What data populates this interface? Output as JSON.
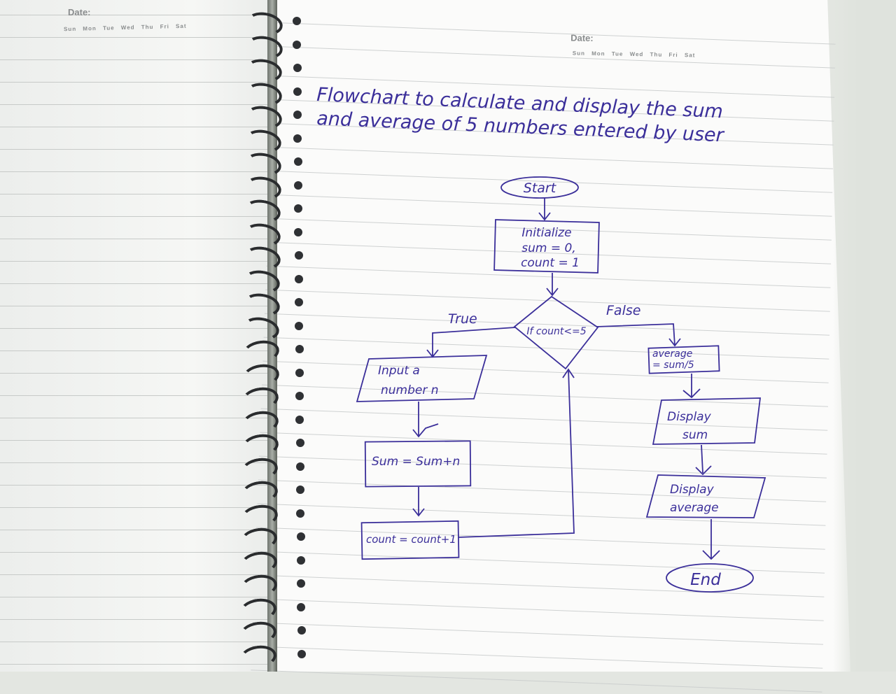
{
  "notebook": {
    "date_label": "Date:",
    "days": "Sun Mon Tue Wed Thu Fri Sat"
  },
  "title": {
    "line1": "Flowchart to calculate and display the sum",
    "line2": "and average of 5 numbers entered by user"
  },
  "flowchart": {
    "start": "Start",
    "init_line1": "Initialize",
    "init_line2": "sum = 0,",
    "init_line3": "count = 1",
    "decision": "If count<=5",
    "true_label": "True",
    "false_label": "False",
    "input_line1": "Input a",
    "input_line2": "number n",
    "sum_step": "Sum = Sum+n",
    "count_step": "count = count+1",
    "average_line1": "average",
    "average_line2": "= sum/5",
    "display_sum_line1": "Display",
    "display_sum_line2": "sum",
    "display_avg_line1": "Display",
    "display_avg_line2": "average",
    "end": "End"
  },
  "colors": {
    "ink": "#3b2f9a",
    "paper": "#fbfbfa"
  }
}
